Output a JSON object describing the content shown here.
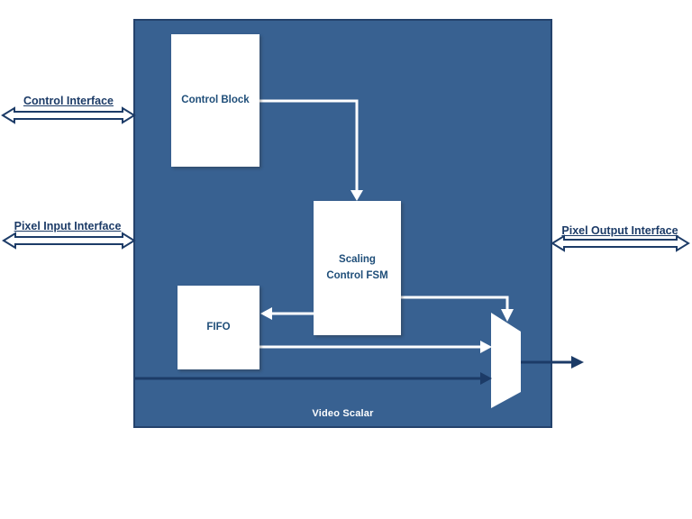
{
  "main_block": {
    "title": "Video Scalar"
  },
  "blocks": {
    "control_block": {
      "label": "Control Block"
    },
    "scaling_control_fsm": {
      "label": "Scaling Control FSM"
    },
    "fifo": {
      "label": "FIFO"
    },
    "mux": {
      "label": "",
      "shape": "multiplexer-trapezoid"
    }
  },
  "interfaces": {
    "control": {
      "label": "Control Interface",
      "side": "left",
      "arrow": "double-headed"
    },
    "pixel_input": {
      "label": "Pixel Input Interface",
      "side": "left",
      "arrow": "double-headed"
    },
    "pixel_output": {
      "label": "Pixel Output Interface",
      "side": "right",
      "arrow": "double-headed"
    }
  },
  "connections": [
    {
      "from": "control-block",
      "to": "scaling-control-fsm",
      "style": "white",
      "direction": "down"
    },
    {
      "from": "scaling-control-fsm",
      "to": "fifo",
      "style": "white",
      "direction": "left"
    },
    {
      "from": "fifo",
      "to": "mux",
      "style": "white",
      "direction": "right"
    },
    {
      "from": "scaling-control-fsm",
      "to": "mux",
      "style": "white",
      "direction": "down"
    },
    {
      "from": "pixel-input-interface",
      "to": "mux",
      "style": "dark",
      "direction": "right"
    },
    {
      "from": "mux",
      "to": "pixel-output-interface",
      "style": "dark",
      "direction": "right"
    }
  ],
  "colors": {
    "block_fill": "#386191",
    "block_border": "#24426C",
    "dark_navy": "#1C3B67",
    "connector_white": "#FFFFFF",
    "box_text": "#1F4E79",
    "title_text": "#FFFFFF"
  }
}
